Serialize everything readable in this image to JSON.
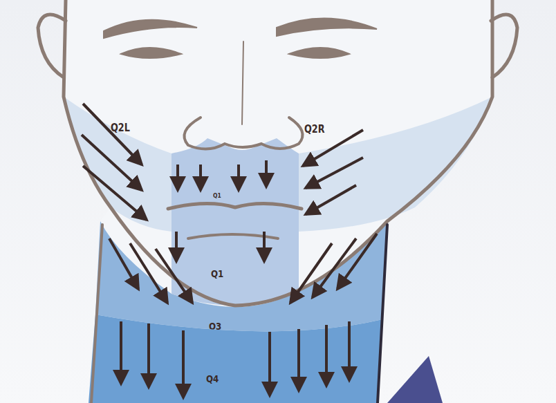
{
  "diagram": {
    "nodes": [
      {
        "text": [
          "Q2L"
        ]
      },
      {
        "text": [
          "Q2R"
        ]
      },
      {
        "text": [
          "Q1"
        ]
      },
      {
        "text": [
          "Q1"
        ]
      },
      {
        "text": [
          "Q3"
        ]
      },
      {
        "text": [
          "Q4"
        ]
      }
    ]
  }
}
